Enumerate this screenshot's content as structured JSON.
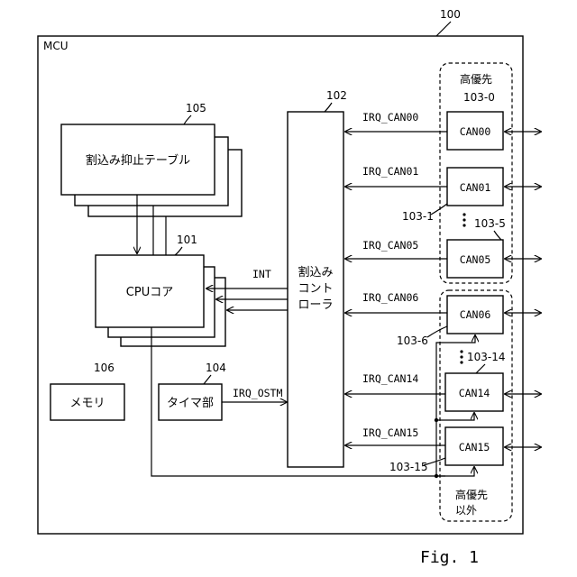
{
  "mcu": {
    "label": "MCU",
    "ref": "100"
  },
  "table": {
    "label": "割込み抑止テーブル",
    "ref": "105"
  },
  "cpu": {
    "label": "CPUコア",
    "ref": "101"
  },
  "memory": {
    "label": "メモリ",
    "ref": "106"
  },
  "timer": {
    "label": "タイマ部",
    "ref": "104"
  },
  "controller": {
    "line1": "割込み",
    "line2": "コント",
    "line3": "ローラ",
    "ref": "102"
  },
  "signals": {
    "int": "INT",
    "ostm": "IRQ_OSTM",
    "can00": "IRQ_CAN00",
    "can01": "IRQ_CAN01",
    "can05": "IRQ_CAN05",
    "can06": "IRQ_CAN06",
    "can14": "IRQ_CAN14",
    "can15": "IRQ_CAN15"
  },
  "can": {
    "can00": "CAN00",
    "can01": "CAN01",
    "can05": "CAN05",
    "can06": "CAN06",
    "can14": "CAN14",
    "can15": "CAN15"
  },
  "refs": {
    "r0": "103-0",
    "r1": "103-1",
    "r5": "103-5",
    "r6": "103-6",
    "r14": "103-14",
    "r15": "103-15"
  },
  "groups": {
    "high_line1": "高優先",
    "low_line1": "高優先",
    "low_line2": "以外"
  },
  "figure": {
    "label": "Fig. 1"
  }
}
